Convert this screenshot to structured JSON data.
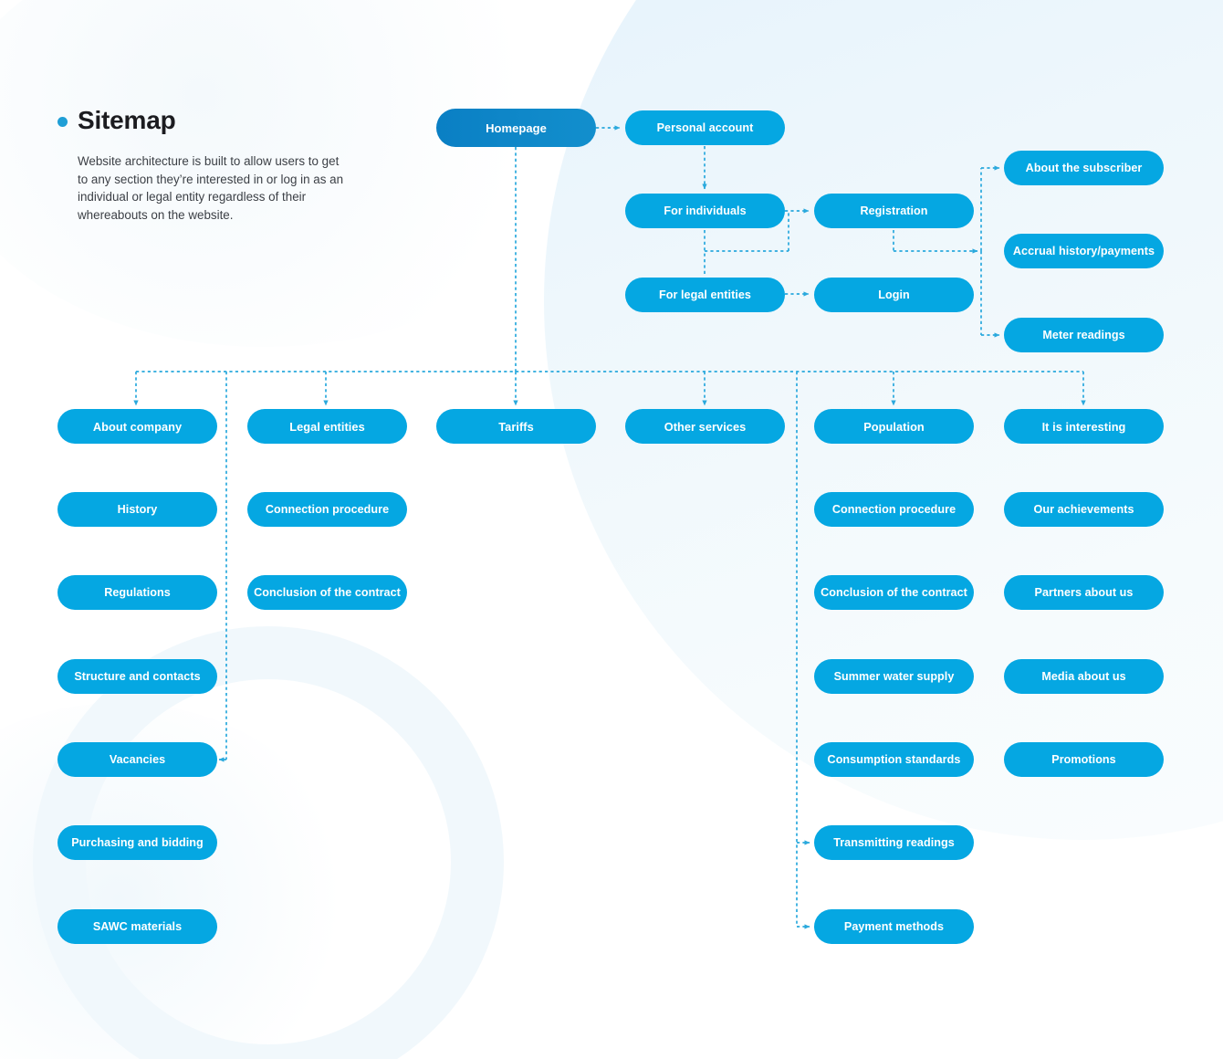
{
  "page": {
    "title": "Sitemap",
    "description": "Website architecture is built to allow users to get to any section they’re interested in or log in as an individual or legal entity regardless of their whereabouts on the website."
  },
  "colors": {
    "node_fill": "#05a7e2",
    "root_fill": "#0f88c9",
    "connector": "#2aa9dd",
    "title_text": "#1c1c20",
    "bullet": "#1f9fd6",
    "background": "#ffffff",
    "blob_tint": "#e2f1fb"
  },
  "nodes": {
    "homepage": "Homepage",
    "personal_account": "Personal account",
    "for_individuals": "For individuals",
    "for_legal_entities": "For legal entities",
    "registration": "Registration",
    "login": "Login",
    "about_the_subscriber": "About the subscriber",
    "accrual_history_payments": "Accrual history/payments",
    "meter_readings": "Meter readings"
  },
  "columns": [
    {
      "id": "about-company",
      "head": "About company",
      "items": [
        "History",
        "Regulations",
        "Structure and contacts",
        "Vacancies",
        "Purchasing and bidding",
        "SAWC materials"
      ]
    },
    {
      "id": "legal-entities",
      "head": "Legal entities",
      "items": [
        "Connection procedure",
        "Conclusion of the contract"
      ]
    },
    {
      "id": "tariffs",
      "head": "Tariffs",
      "items": []
    },
    {
      "id": "other-services",
      "head": "Other services",
      "items": []
    },
    {
      "id": "population",
      "head": "Population",
      "items": [
        "Connection procedure",
        "Conclusion of the contract",
        "Summer water supply",
        "Consumption standards",
        "Transmitting readings",
        "Payment methods"
      ]
    },
    {
      "id": "it-is-interesting",
      "head": "It is interesting",
      "items": [
        "Our achievements",
        "Partners about us",
        "Media about us",
        "Promotions"
      ]
    }
  ]
}
